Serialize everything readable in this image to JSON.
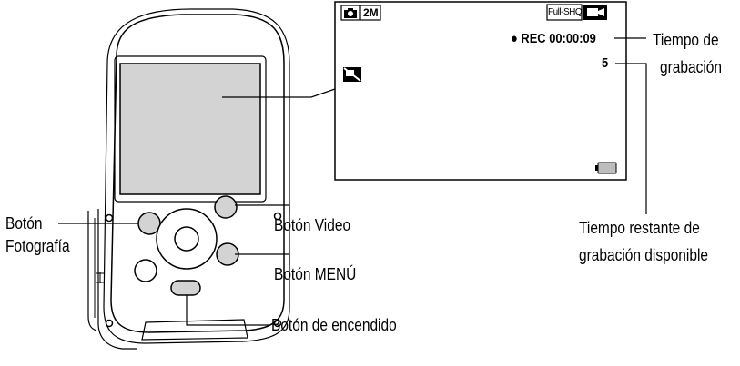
{
  "screen": {
    "resolution_badge": "2M",
    "quality_badge": "Full-SHQ",
    "rec_indicator": "● REC 00:00:09",
    "remaining_value": "5"
  },
  "labels": {
    "photo_button": [
      "Botón",
      "Fotografía"
    ],
    "video_button": "Botón Video",
    "menu_button": "Botón MENÚ",
    "power_button": "Botón de encendido",
    "recording_time": [
      "Tiempo de",
      "grabación"
    ],
    "remaining_time": [
      "Tiempo restante de",
      "grabación disponible"
    ]
  },
  "icons": [
    "camera-mode-icon",
    "video-mode-icon",
    "stabilizer-off-icon",
    "battery-icon"
  ]
}
